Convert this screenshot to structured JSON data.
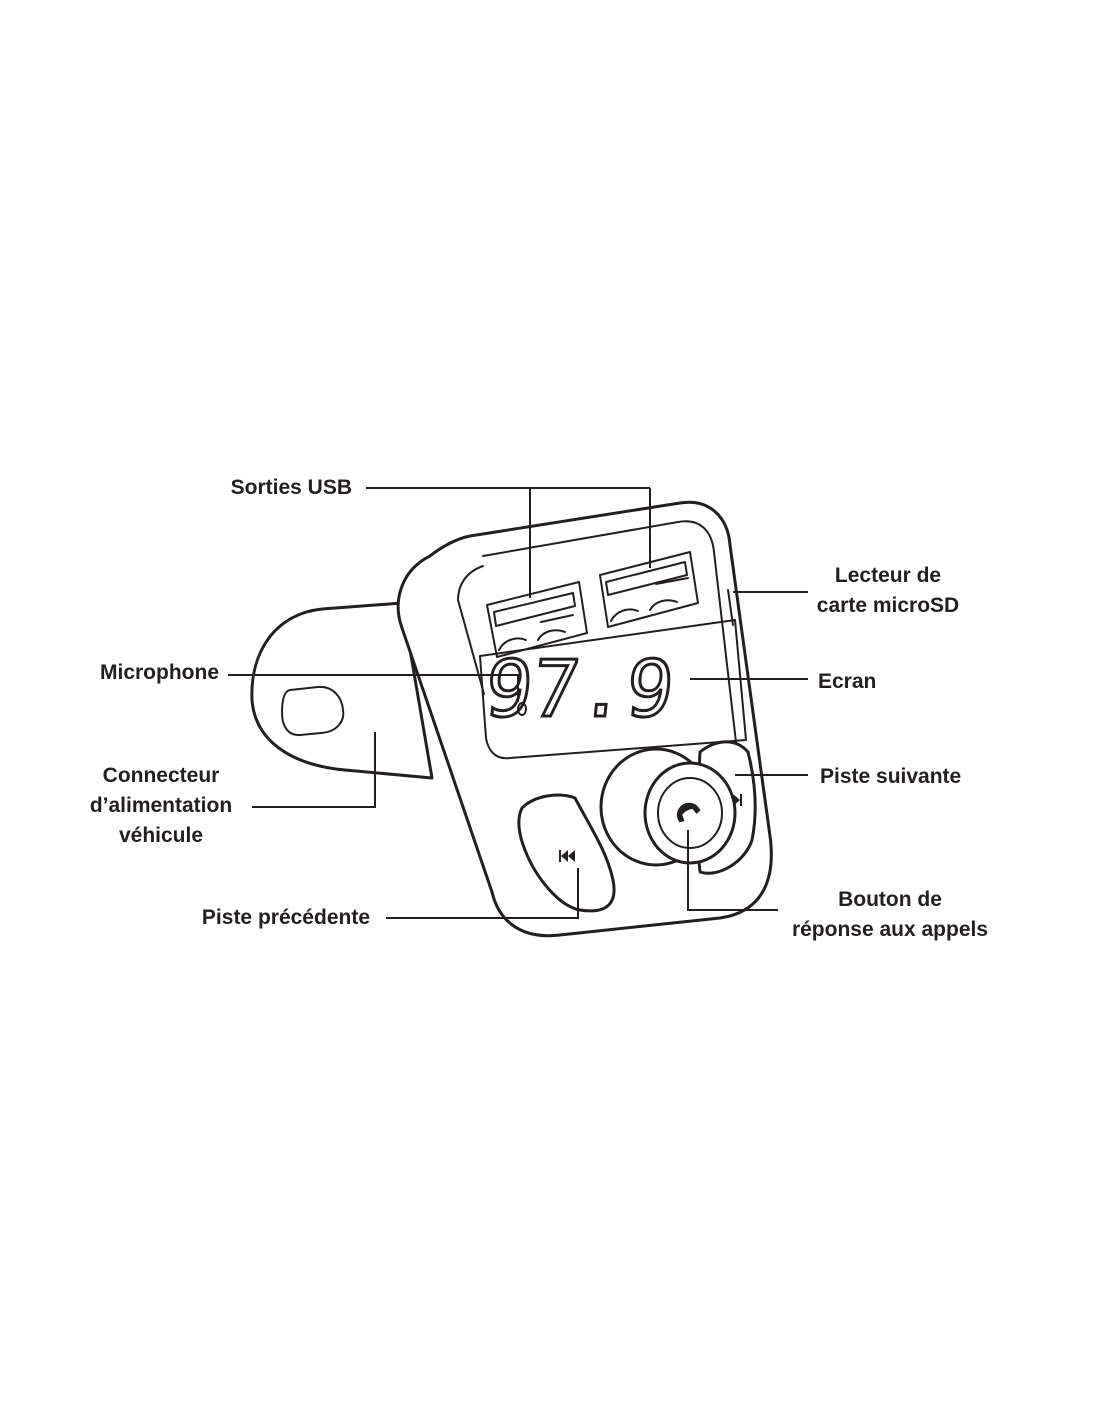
{
  "labels": {
    "usb_outputs": "Sorties USB",
    "microsd_reader_line1": "Lecteur de",
    "microsd_reader_line2": "carte microSD",
    "microphone": "Microphone",
    "screen": "Ecran",
    "power_connector_line1": "Connecteur",
    "power_connector_line2": "d’alimentation",
    "power_connector_line3": "véhicule",
    "next_track": "Piste suivante",
    "previous_track": "Piste précédente",
    "answer_button_line1": "Bouton de",
    "answer_button_line2": "réponse aux appels"
  },
  "display": {
    "frequency": "97.9"
  },
  "icons": {
    "call_button": "phone-handset-icon",
    "next_button": "skip-forward-icon",
    "previous_button": "skip-back-icon"
  },
  "colors": {
    "line": "#231f20",
    "background": "#ffffff"
  }
}
